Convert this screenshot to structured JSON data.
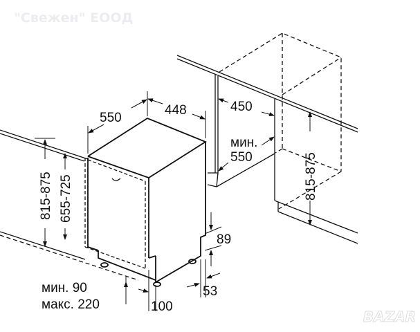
{
  "watermark": "\"Свежен\" ЕООД",
  "logo": "BAZAR",
  "dimensions": {
    "depth": "550",
    "width": "448",
    "niche_width": "450",
    "niche_depth_label": "мин.",
    "niche_depth": "550",
    "height_total": "815-875",
    "door_height": "655-725",
    "niche_height": "815-875",
    "plinth_height": "89",
    "foot_offset": "53",
    "plinth_min": "мин. 90",
    "plinth_max": "макс. 220",
    "plinth_depth": "100"
  }
}
